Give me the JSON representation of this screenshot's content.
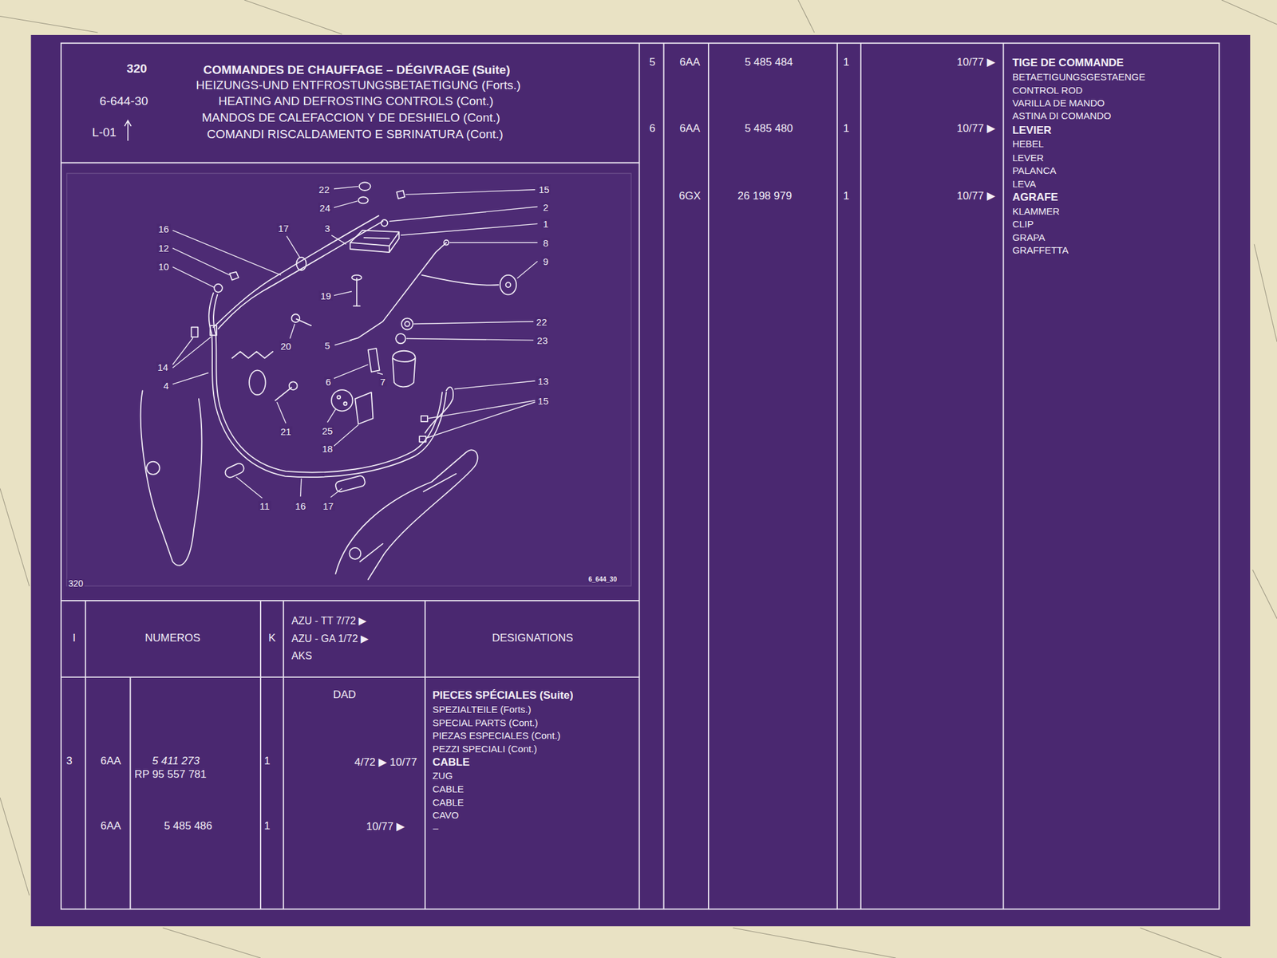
{
  "diagram": {
    "title": "COMMANDES DE CHAUFFAGE – DÉGIVRAGE (Suite)",
    "labels": [
      "320",
      "HEIZUNGS-UND ENTFROSTUNGSBETAETIGUNG (Forts.)",
      "6-644-30",
      "HEATING AND DEFROSTING CONTROLS (Cont.)",
      "MANDOS DE CALEFACCION Y DE DESHIELO (Cont.)",
      "L-01",
      "COMANDI RISCALDAMENTO E SBRINATURA (Cont.)",
      "22",
      "24",
      "15",
      "2",
      "1",
      "16",
      "17",
      "3",
      "8",
      "12",
      "9",
      "10",
      "19",
      "22",
      "20",
      "5",
      "23",
      "14",
      "4",
      "6",
      "7",
      "13",
      "15",
      "21",
      "25",
      "18",
      "11",
      "16",
      "17",
      "320",
      "6_644_30",
      "I",
      "NUMEROS",
      "K",
      "AZU - TT 7/72 ▶",
      "AZU - GA 1/72 ▶",
      "AKS",
      "DESIGNATIONS",
      "DAD",
      "PIECES SPÉCIALES (Suite)",
      "SPEZIALTEILE (Forts.)",
      "SPECIAL PARTS (Cont.)",
      "PIEZAS ESPECIALES (Cont.)",
      "PEZZI SPECIALI (Cont.)",
      "3",
      "6AA",
      "5 411 273",
      "RP 95 557 781",
      "1",
      "4/72 ▶ 10/77",
      "CABLE",
      "ZUG",
      "CABLE",
      "CABLE",
      "CAVO",
      "6AA",
      "5 485 486",
      "1",
      "10/77 ▶",
      "–",
      "5",
      "6AA",
      "5 485 484",
      "1",
      "10/77 ▶",
      "TIGE DE COMMANDE",
      "BETAETIGUNGSGESTAENGE",
      "CONTROL ROD",
      "VARILLA DE MANDO",
      "ASTINA DI COMANDO",
      "6",
      "6AA",
      "5 485 480",
      "1",
      "10/77 ▶",
      "LEVIER",
      "HEBEL",
      "LEVER",
      "PALANCA",
      "LEVA",
      "6GX",
      "26 198 979",
      "1",
      "10/77 ▶",
      "AGRAFE",
      "KLAMMER",
      "CLIP",
      "GRAPA",
      "GRAFFETTA"
    ]
  }
}
